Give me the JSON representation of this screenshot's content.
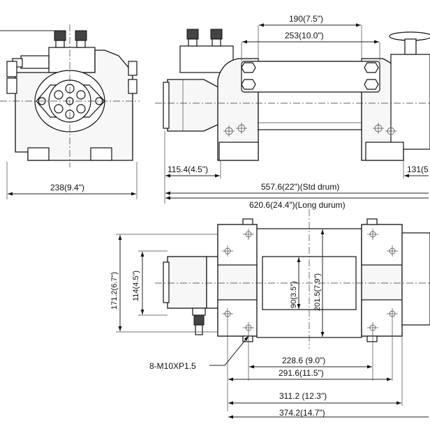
{
  "dimensions": {
    "top_190": "190(7.5\")",
    "top_253": "253(10.0\")",
    "width_238": "238(9.4\")",
    "offset_115": "115.4(4.5\")",
    "offset_131": "131(5",
    "len_std": "557.6(22\")(Std drum)",
    "len_long": "620.6(24.4\")(Long durum)",
    "h_171": "171.2(6.7\")",
    "h_114": "114(4.5\")",
    "h_90": "90(3.5\")",
    "h_201": "201.5(7.9\")",
    "bolt_label": "8-M10XP1.5",
    "w_228": "228.6 (9.0\")",
    "w_291": "291.6(11.5\")",
    "w_311": "311.2 (12.3\")",
    "w_374": "374.2(14.7\")"
  }
}
